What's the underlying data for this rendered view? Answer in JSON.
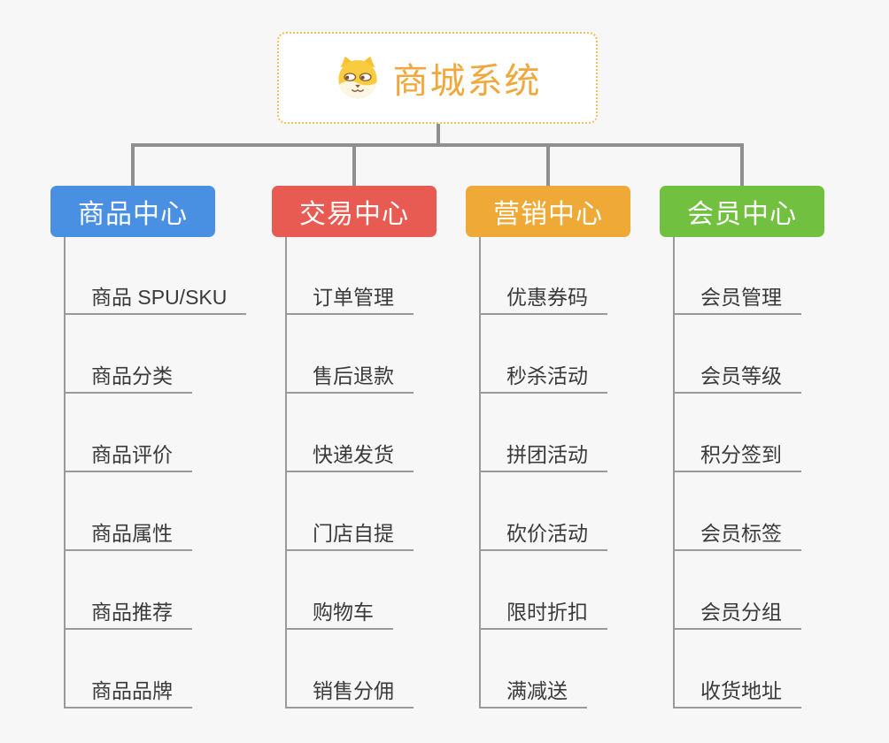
{
  "root": {
    "title": "商城系统",
    "icon": "shiba-dog-icon",
    "title_color": "#f0a83c",
    "border_color": "#f2be5c"
  },
  "connector_color": "#8f8f8f",
  "branches": [
    {
      "id": "product-center",
      "label": "商品中心",
      "color": "#4a90e2",
      "children": [
        "商品 SPU/SKU",
        "商品分类",
        "商品评价",
        "商品属性",
        "商品推荐",
        "商品品牌"
      ]
    },
    {
      "id": "trade-center",
      "label": "交易中心",
      "color": "#e85b52",
      "children": [
        "订单管理",
        "售后退款",
        "快递发货",
        "门店自提",
        "购物车",
        "销售分佣"
      ]
    },
    {
      "id": "marketing-center",
      "label": "营销中心",
      "color": "#efa937",
      "children": [
        "优惠券码",
        "秒杀活动",
        "拼团活动",
        "砍价活动",
        "限时折扣",
        "满减送"
      ]
    },
    {
      "id": "member-center",
      "label": "会员中心",
      "color": "#72c040",
      "children": [
        "会员管理",
        "会员等级",
        "积分签到",
        "会员标签",
        "会员分组",
        "收货地址"
      ]
    }
  ]
}
